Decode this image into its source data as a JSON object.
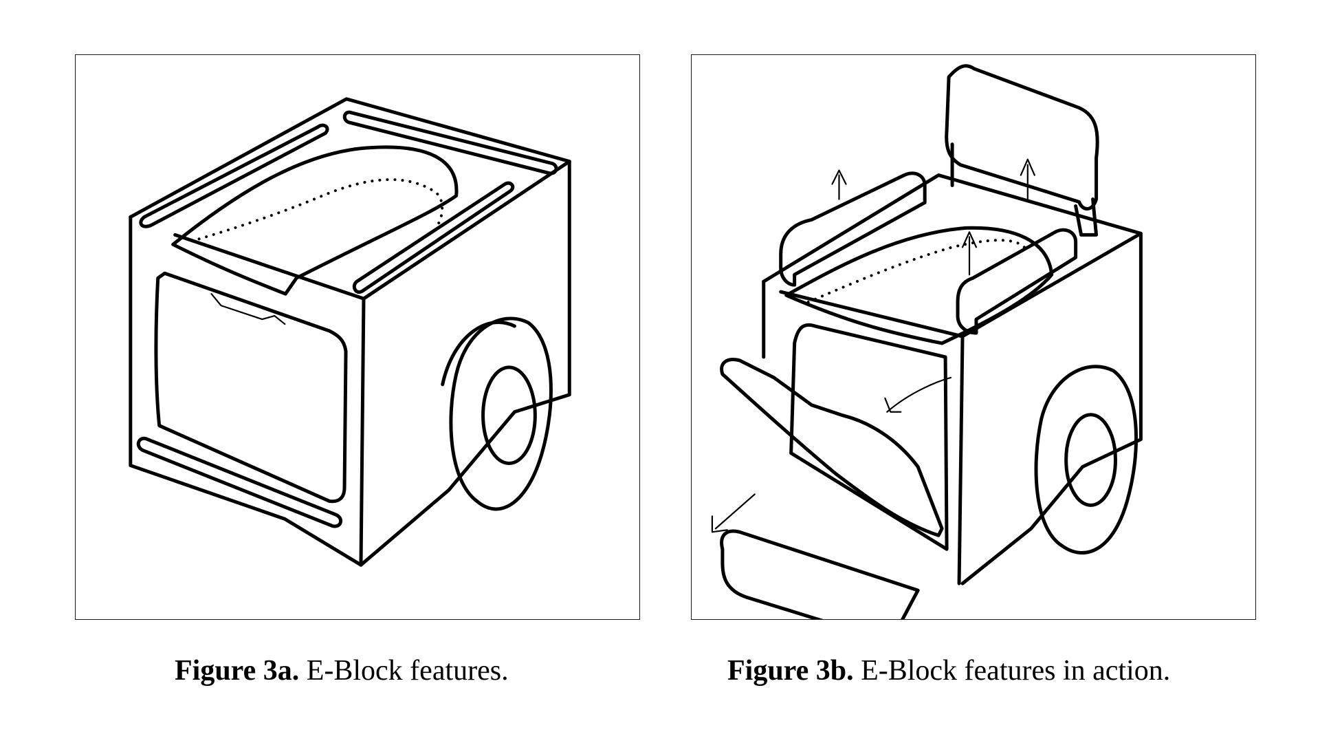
{
  "figures": [
    {
      "label": "Figure 3a.",
      "caption": "E-Block features."
    },
    {
      "label": "Figure 3b.",
      "caption": "E-Block features in action."
    }
  ],
  "colors": {
    "ink": "#000000",
    "background": "#ffffff",
    "frame": "#1a1a1a"
  }
}
